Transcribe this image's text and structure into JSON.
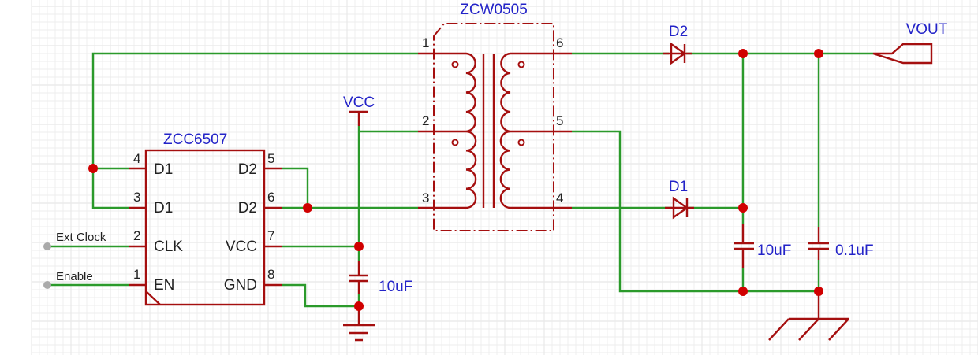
{
  "colors": {
    "wire": "#2b9a2b",
    "symbol": "#a50f0f",
    "junction": "#d00000",
    "label": "#2323c8",
    "grid": "#e8e8e8"
  },
  "ic": {
    "name": "ZCC6507",
    "left_pins": [
      {
        "num": "4",
        "name": "D1"
      },
      {
        "num": "3",
        "name": "D1"
      },
      {
        "num": "2",
        "name": "CLK"
      },
      {
        "num": "1",
        "name": "EN"
      }
    ],
    "right_pins": [
      {
        "num": "5",
        "name": "D2"
      },
      {
        "num": "6",
        "name": "D2"
      },
      {
        "num": "7",
        "name": "VCC"
      },
      {
        "num": "8",
        "name": "GND"
      }
    ]
  },
  "transformer": {
    "name": "ZCW0505",
    "left_pins": [
      "1",
      "2",
      "3"
    ],
    "right_pins": [
      "6",
      "5",
      "4"
    ]
  },
  "nets": {
    "ext_clock": "Ext Clock",
    "enable": "Enable",
    "vcc": "VCC",
    "vout": "VOUT"
  },
  "components": {
    "c_in": "10uF",
    "d2": "D2",
    "d1": "D1",
    "c_out1": "10uF",
    "c_out2": "0.1uF"
  }
}
